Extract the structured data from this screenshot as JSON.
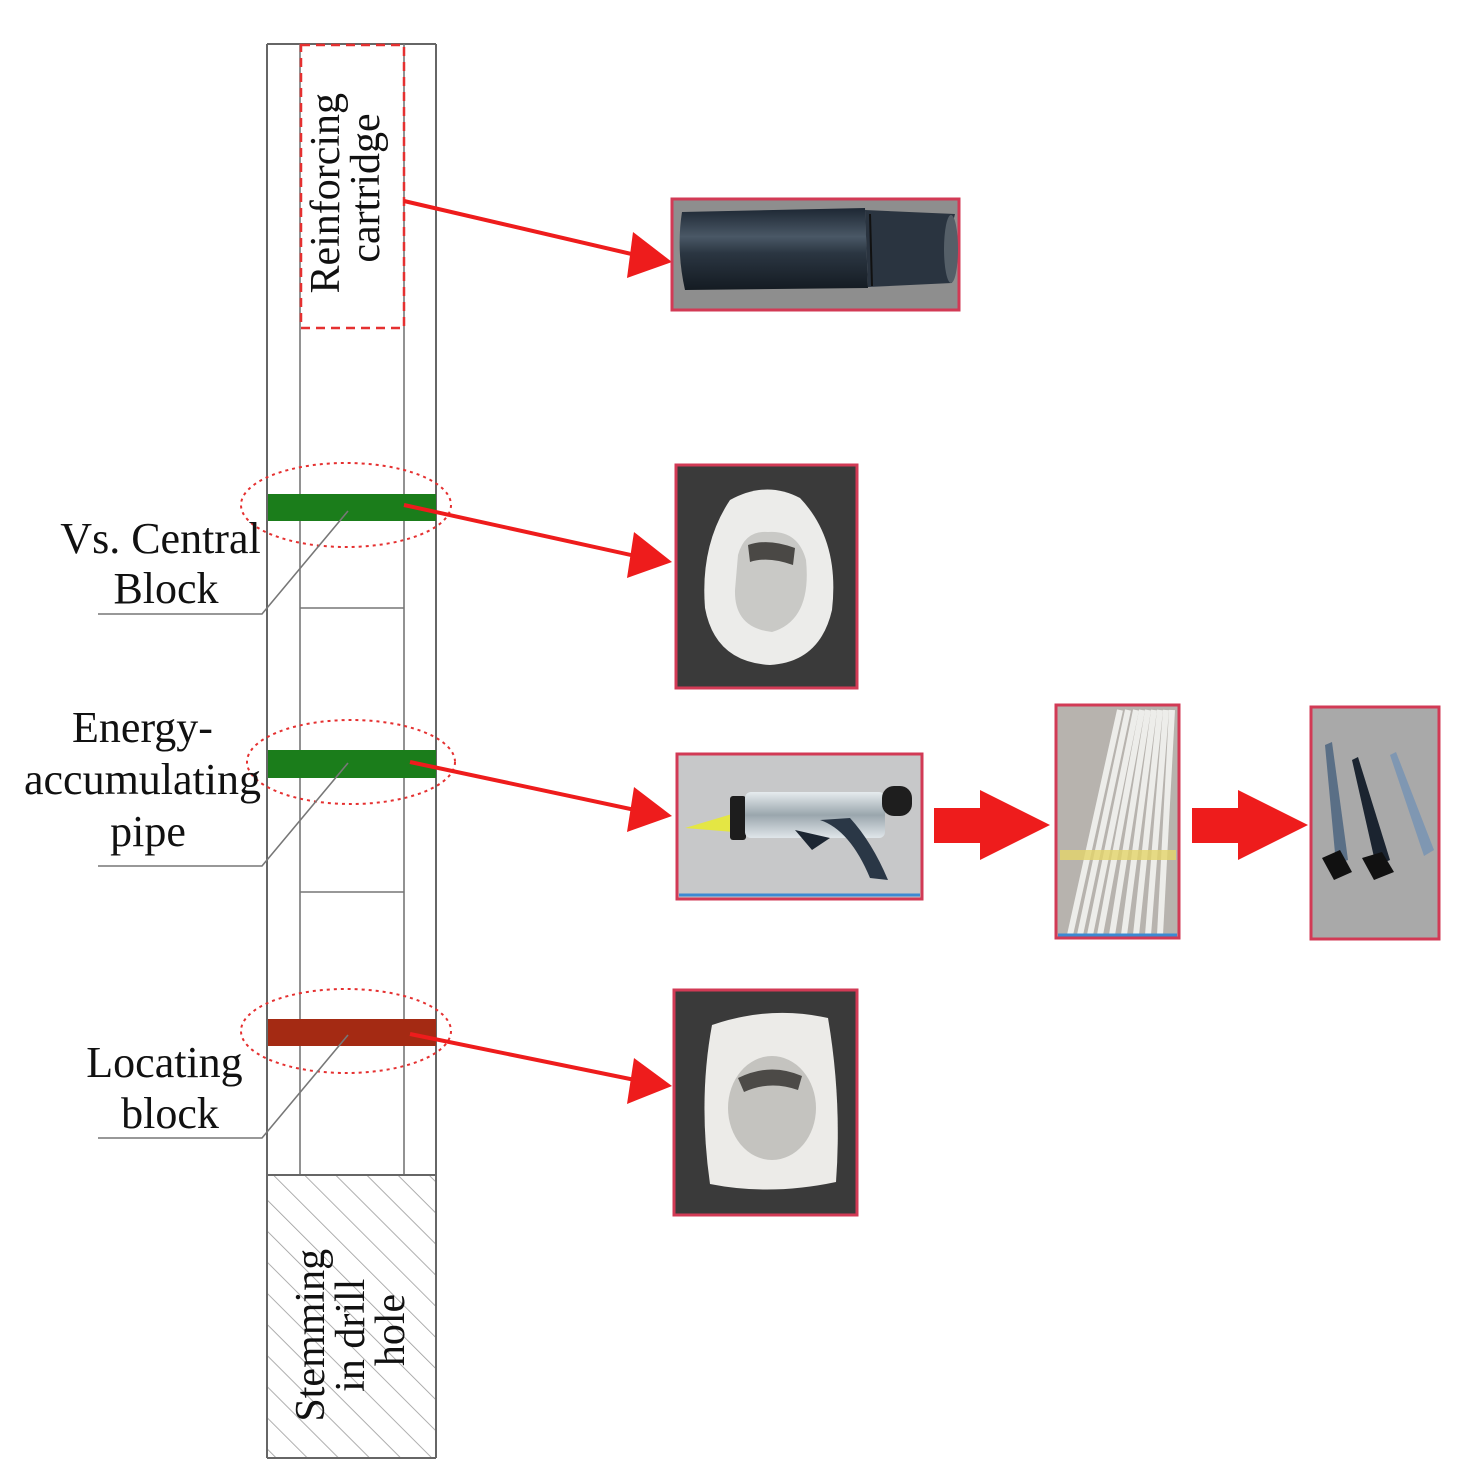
{
  "labels": {
    "reinforcing_cartridge": [
      "Reinforcing",
      "cartridge"
    ],
    "central_block": [
      "Vs. Central",
      "Block"
    ],
    "energy_pipe": [
      "Energy-",
      "accumulating",
      "pipe"
    ],
    "locating_block": [
      "Locating",
      "block"
    ],
    "stemming": [
      "Stemming",
      "in drill",
      "hole"
    ]
  },
  "colors": {
    "arrow": "#ee1c1c",
    "central_block": "#1b7d1b",
    "energy_pipe": "#1b7d1b",
    "locating_block": "#a42a13",
    "photo_frame": "#d23a55"
  },
  "photos": [
    {
      "name": "reinforcing-cartridge-photo"
    },
    {
      "name": "central-block-photo"
    },
    {
      "name": "caulking-gun-photo"
    },
    {
      "name": "pipes-bundle-photo"
    },
    {
      "name": "finished-pipes-photo"
    },
    {
      "name": "locating-block-photo"
    }
  ]
}
